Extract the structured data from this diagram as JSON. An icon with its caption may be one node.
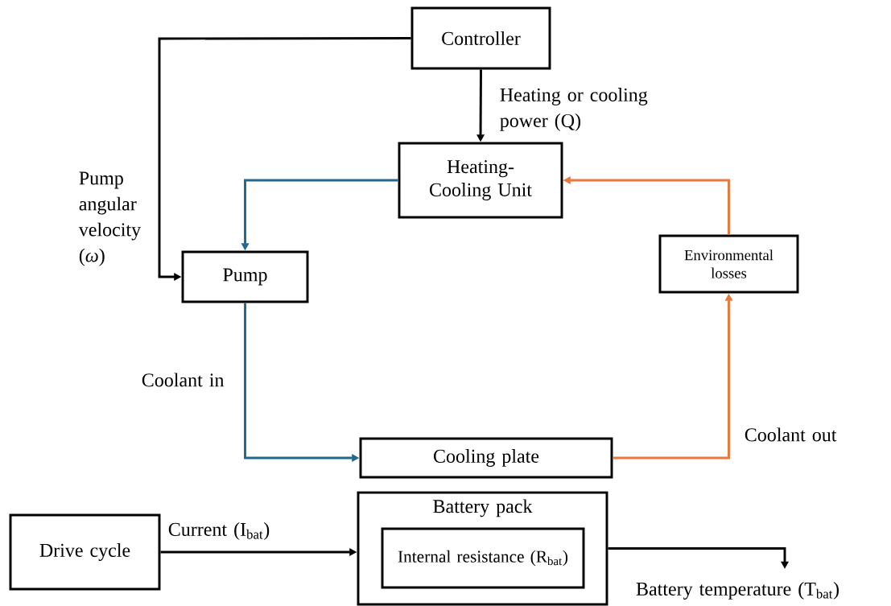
{
  "diagram": {
    "nodes": [
      {
        "text": [
          "Controller"
        ]
      },
      {
        "text": [
          "Heating-Cooling Unit"
        ]
      },
      {
        "text": [
          "Environmental losses"
        ]
      },
      {
        "text": [
          "Pump"
        ]
      },
      {
        "text": [
          "Cooling plate"
        ]
      },
      {
        "text": [
          "Drive cycle"
        ]
      },
      {
        "text": [
          "Battery pack"
        ]
      },
      {
        "text": [
          "Internal resistance (R$_{bat}$)"
        ],
        "in": 6
      }
    ],
    "edges": [
      {
        "from": 0,
        "to": 3,
        "arrow": "to",
        "label": "Pump angular velocity (*ω*)"
      },
      {
        "from": 0,
        "to": 1,
        "arrow": "to",
        "label": "Heating or cooling power (Q)"
      },
      {
        "from": 1,
        "to": 3,
        "arrow": "to",
        "color": "#1f6a8c"
      },
      {
        "from": 3,
        "to": 4,
        "arrow": "to",
        "label": "Coolant in",
        "color": "#1f6a8c"
      },
      {
        "from": 4,
        "to": 2,
        "arrow": "to",
        "label": "Coolant out",
        "color": "#e8793a"
      },
      {
        "from": 2,
        "to": 1,
        "arrow": "to",
        "color": "#e8793a"
      },
      {
        "from": 5,
        "to": 6,
        "arrow": "to",
        "label": "Current (I$_{bat}$)"
      },
      {
        "from": 6,
        "to": null,
        "arrow": "to",
        "label": "Battery temperature (T$_{bat}$)"
      }
    ]
  }
}
